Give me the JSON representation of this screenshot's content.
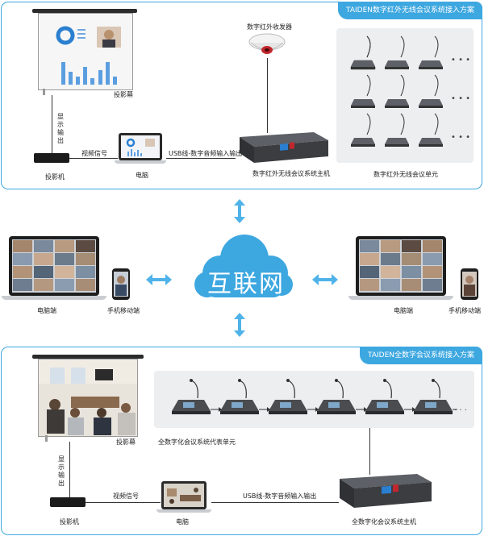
{
  "top_section": {
    "banner": "TAIDEN数字红外无线会议系统接入方案",
    "projection_screen": "投影幕",
    "display_output": "显示输出",
    "projector": "投影机",
    "video_signal": "视频信号",
    "computer": "电脑",
    "usb_line": "USB线-数字音频输入输出",
    "ir_transceiver": "数字红外收发器",
    "host": "数字红外无线会议系统主机",
    "units": "数字红外无线会议单元"
  },
  "middle_section": {
    "cloud": "互联网",
    "pc_left": "电脑端",
    "mobile_left": "手机移动端",
    "pc_right": "电脑端",
    "mobile_right": "手机移动端"
  },
  "bottom_section": {
    "banner": "TAIDEN全数字会议系统接入方案",
    "projection_screen": "投影幕",
    "display_output": "显示输出",
    "delegate_units": "全数字化会议系统代表单元",
    "projector": "投影机",
    "video_signal": "视频信号",
    "computer": "电脑",
    "usb_line": "USB线-数字音频输入输出",
    "host": "全数字化会议系统主机"
  },
  "colors": {
    "accent": "#3da7e0",
    "cloud": "#3da7e0",
    "arrow": "#4fb3ea"
  }
}
